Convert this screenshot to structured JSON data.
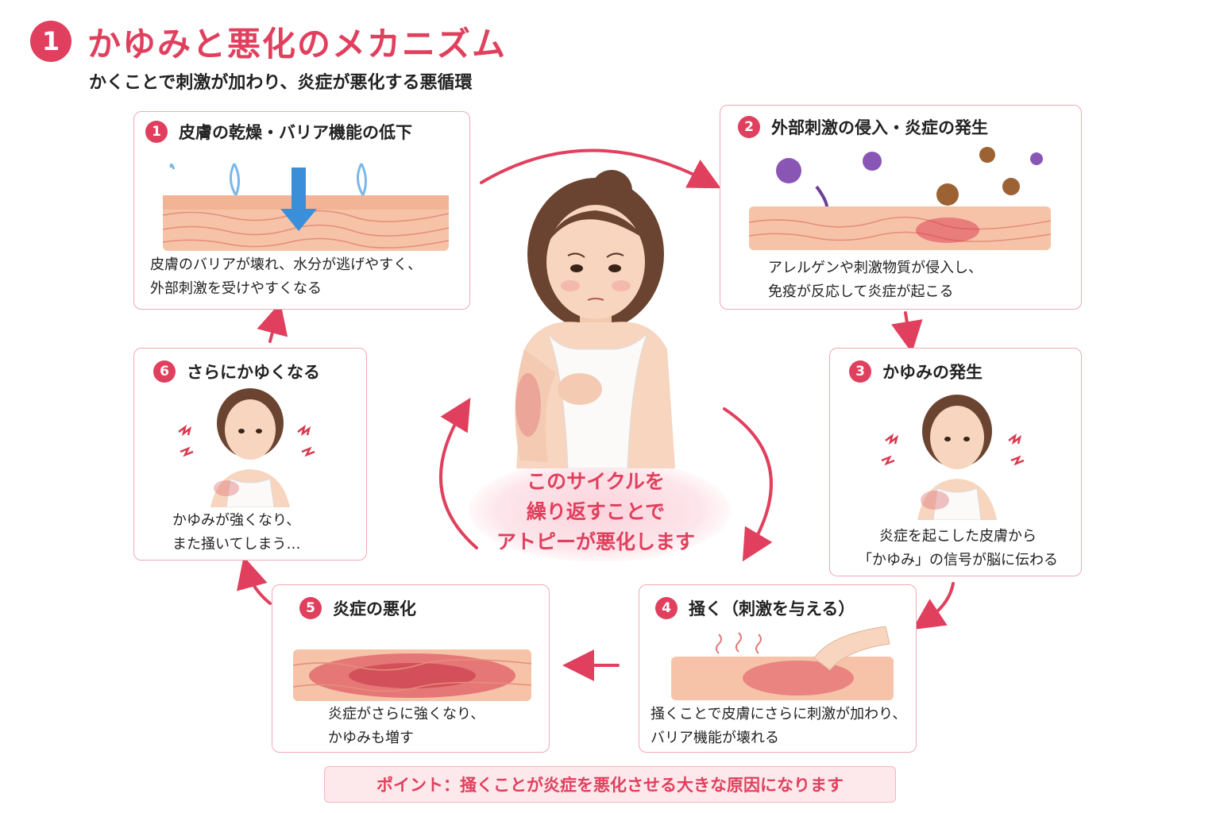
{
  "header": {
    "number": "1",
    "title": "かゆみと悪化のメカニズム",
    "subtitle": "かくことで刺激が加わり、炎症が悪化する悪循環"
  },
  "steps": [
    {
      "num": "1",
      "title": "皮膚の乾燥・バリア機能の低下",
      "lines": [
        "皮膚のバリアが壊れ、水分が逃げやすく、",
        "外部刺激を受けやすくなる"
      ]
    },
    {
      "num": "2",
      "title": "外部刺激の侵入・炎症の発生",
      "lines": [
        "アレルゲンや刺激物質が侵入し、",
        "免疫が反応して炎症が起こる"
      ]
    },
    {
      "num": "3",
      "title": "かゆみの発生",
      "lines": [
        "炎症を起こした皮膚から",
        "「かゆみ」の信号が脳に伝わる"
      ]
    },
    {
      "num": "4",
      "title": "掻く（刺激を与える）",
      "lines": [
        "掻くことで皮膚にさらに刺激が加わり、",
        "バリア機能が壊れる"
      ]
    },
    {
      "num": "5",
      "title": "炎症の悪化",
      "lines": [
        "炎症がさらに強くなり、",
        "かゆみも増す"
      ]
    },
    {
      "num": "6",
      "title": "さらにかゆくなる",
      "lines": [
        "かゆみが強くなり、",
        "また掻いてしまう…"
      ]
    }
  ],
  "center": {
    "lines": [
      "このサイクルを",
      "繰り返すことで",
      "アトピーが悪化します"
    ]
  },
  "point": "ポイント：掻くことが炎症を悪化させる大きな原因になります",
  "colors": {
    "accent": "#e0405d",
    "border": "#f0a9b6",
    "skin": "#f6c3a8",
    "inflamed": "#d9384f"
  }
}
